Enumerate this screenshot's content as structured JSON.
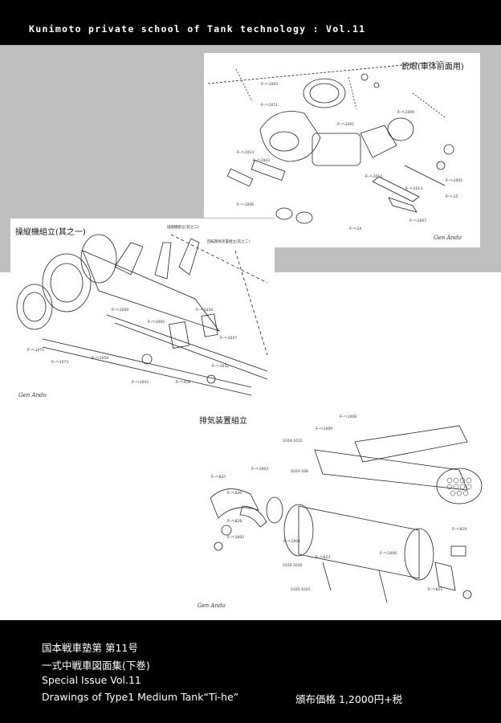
{
  "header": {
    "title": "Kunimoto private school of Tank technology : Vol.11"
  },
  "drawings": [
    {
      "title": "銃眼(車体前面用)",
      "signature": "Gen Ando"
    },
    {
      "title": "操縦機組立(其之一)",
      "signature": "Gen Ando"
    },
    {
      "title": "排気装置組立",
      "signature": "Gen Ando"
    }
  ],
  "footer": {
    "line1": "国本戦車塾第 第11号",
    "line2": "一式中戦車図面集(下巻)",
    "line3": "Special Issue Vol.11",
    "line4": "Drawings of Type1 Medium Tank“Ti-he”",
    "price": "頒布価格 1,2000円+税"
  },
  "colors": {
    "band": "#000000",
    "grey": "#bfbfbf",
    "panel": "#ffffff",
    "line": "#222222"
  }
}
